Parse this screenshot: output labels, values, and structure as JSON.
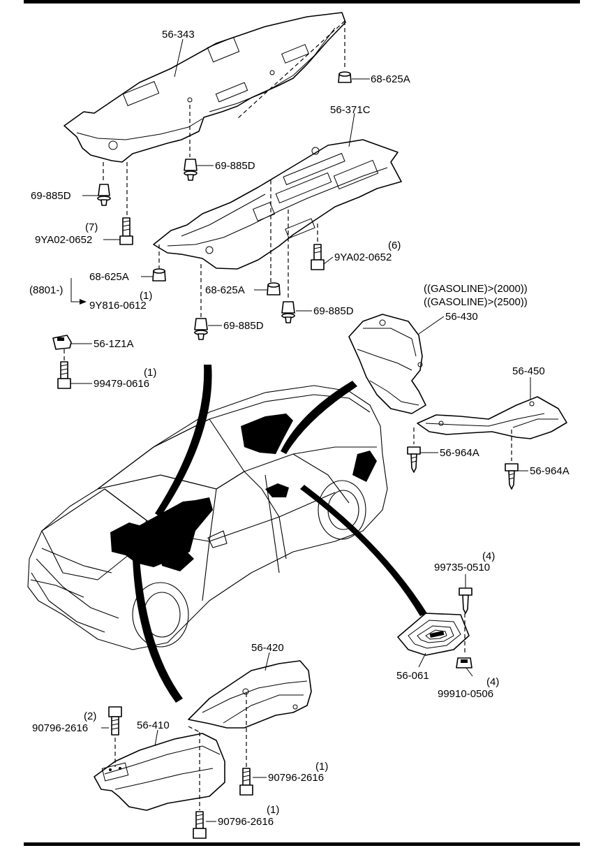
{
  "diagram": {
    "parts": {
      "p_56_343": "56-343",
      "p_68_625A_top": "68-625A",
      "p_56_371C": "56-371C",
      "p_69_885D_a": "69-885D",
      "p_69_885D_b": "69-885D",
      "p_9YA02_0652_left": "9YA02-0652",
      "p_9YA02_0652_left_qty": "(7)",
      "p_9YA02_0652_right": "9YA02-0652",
      "p_9YA02_0652_right_qty": "(6)",
      "p_68_625A_left": "68-625A",
      "p_8801": "(8801-)",
      "p_9Y816_0612": "9Y816-0612",
      "p_9Y816_0612_qty": "(1)",
      "p_68_625A_mid": "68-625A",
      "p_69_885D_c": "69-885D",
      "p_69_885D_d": "69-885D",
      "p_gasoline_2000": "((GASOLINE)>(2000))",
      "p_gasoline_2500": "((GASOLINE)>(2500))",
      "p_56_430": "56-430",
      "p_56_1Z1A": "56-1Z1A",
      "p_99479_0616": "99479-0616",
      "p_99479_0616_qty": "(1)",
      "p_56_450": "56-450",
      "p_56_964A_a": "56-964A",
      "p_56_964A_b": "56-964A",
      "p_99735_0510_qty": "(4)",
      "p_99735_0510": "99735-0510",
      "p_56_061": "56-061",
      "p_99910_0506_qty": "(4)",
      "p_99910_0506": "99910-0506",
      "p_56_420": "56-420",
      "p_90796_2616_a_qty": "(2)",
      "p_90796_2616_a": "90796-2616",
      "p_56_410": "56-410",
      "p_90796_2616_b_qty": "(1)",
      "p_90796_2616_b": "90796-2616",
      "p_90796_2616_c_qty": "(1)",
      "p_90796_2616_c": "90796-2616"
    }
  }
}
